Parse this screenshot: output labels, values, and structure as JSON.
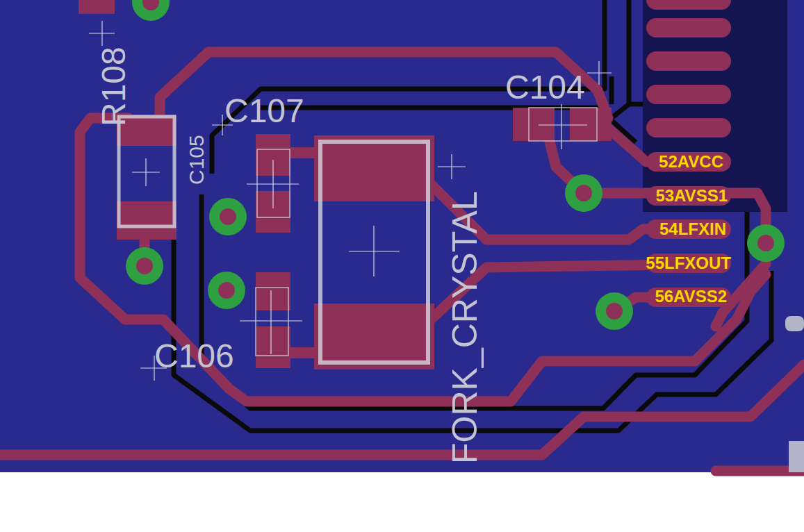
{
  "diagram": {
    "labels": [
      "R108",
      "C105",
      "C107",
      "C104",
      "FORK_CRYSTAL",
      "C106",
      "52AVCC",
      "53AVSS1",
      "54LFXIN",
      "55LFXOUT",
      "56AVSS2"
    ]
  }
}
